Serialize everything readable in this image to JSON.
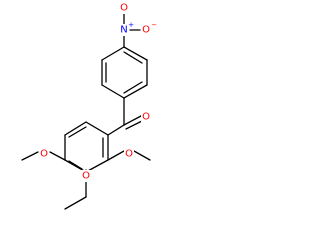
{
  "structure": {
    "colors": {
      "bond": "#000000",
      "oxygen": "#ff0000",
      "nitrogen": "#0000ff",
      "carbon": "#000000"
    },
    "atoms": [
      {
        "id": "o_nitro_top",
        "text": "O",
        "element": "O",
        "charge": ""
      },
      {
        "id": "n_nitro",
        "text": "N",
        "element": "N",
        "charge": "+"
      },
      {
        "id": "o_nitro_right",
        "text": "O",
        "element": "O",
        "charge": "−"
      },
      {
        "id": "o_carbonyl",
        "text": "O",
        "element": "O",
        "charge": ""
      },
      {
        "id": "o_methoxy_2",
        "text": "O",
        "element": "O",
        "charge": ""
      },
      {
        "id": "o_methoxy_3",
        "text": "O",
        "element": "O",
        "charge": ""
      },
      {
        "id": "o_methoxy_4",
        "text": "O",
        "element": "O",
        "charge": ""
      }
    ]
  }
}
